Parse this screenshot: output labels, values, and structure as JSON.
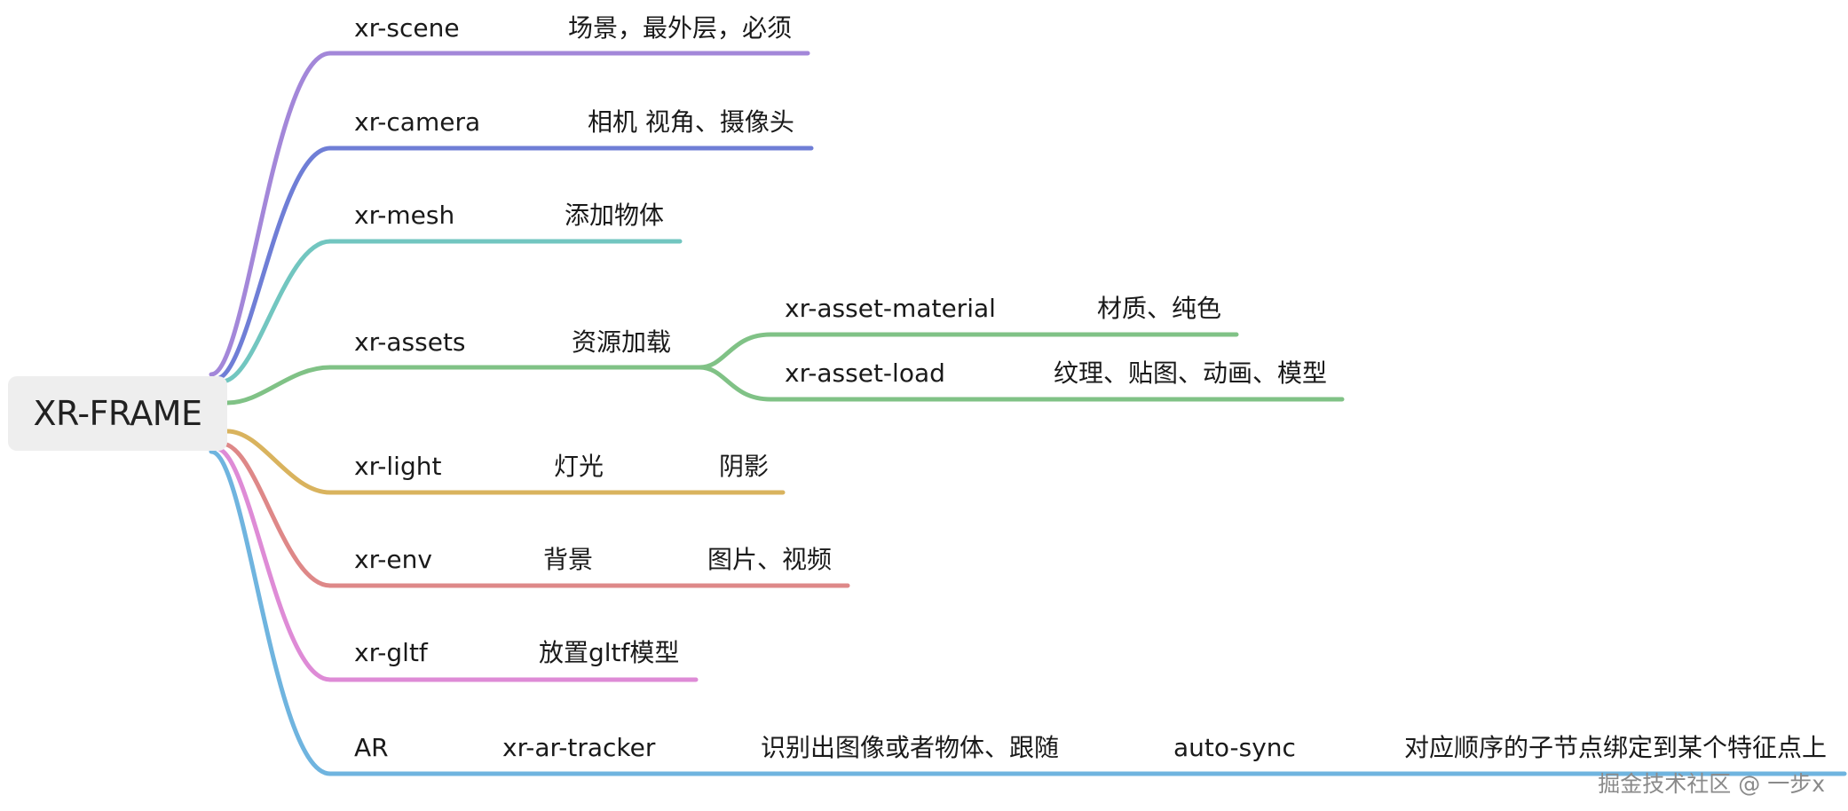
{
  "root": {
    "label": "XR-FRAME"
  },
  "branches": [
    {
      "key": "scene",
      "color": "#a387d9",
      "nodes": [
        "xr-scene",
        "场景，最外层，必须"
      ]
    },
    {
      "key": "camera",
      "color": "#6f7ed6",
      "nodes": [
        "xr-camera",
        "相机 视角、摄像头"
      ]
    },
    {
      "key": "mesh",
      "color": "#72c6c0",
      "nodes": [
        "xr-mesh",
        "添加物体"
      ]
    },
    {
      "key": "assets",
      "color": "#80c286",
      "nodes": [
        "xr-assets",
        "资源加载"
      ],
      "children": [
        {
          "key": "material",
          "nodes": [
            "xr-asset-material",
            "材质、纯色"
          ]
        },
        {
          "key": "load",
          "nodes": [
            "xr-asset-load",
            "纹理、贴图、动画、模型"
          ]
        }
      ]
    },
    {
      "key": "light",
      "color": "#d9b35e",
      "nodes": [
        "xr-light",
        "灯光",
        "阴影"
      ]
    },
    {
      "key": "env",
      "color": "#de8888",
      "nodes": [
        "xr-env",
        "背景",
        "图片、视频"
      ]
    },
    {
      "key": "gltf",
      "color": "#de8bd6",
      "nodes": [
        "xr-gltf",
        "放置gltf模型"
      ]
    },
    {
      "key": "ar",
      "color": "#6fb4df",
      "nodes": [
        "AR",
        "xr-ar-tracker",
        "识别出图像或者物体、跟随",
        "auto-sync",
        "对应顺序的子节点绑定到某个特征点上"
      ]
    }
  ],
  "watermark": "掘金技术社区 @ 一步x"
}
